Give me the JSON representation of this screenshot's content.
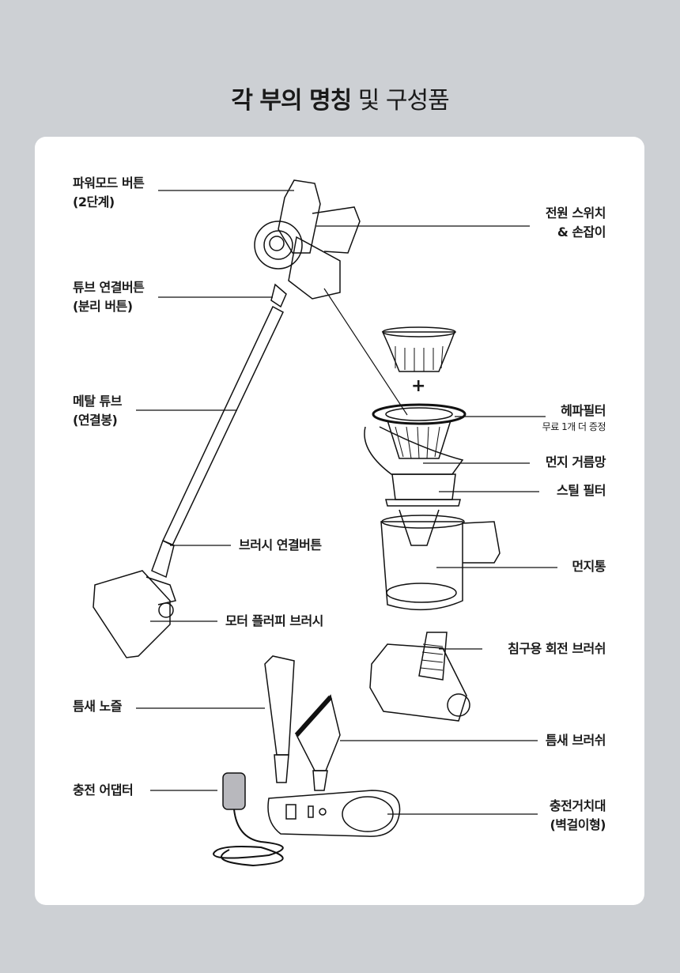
{
  "title": {
    "bold": "각 부의 명칭",
    "light": "및 구성품"
  },
  "plus_sign": "+",
  "labels": {
    "power_mode": {
      "line1": "파워모드 버튼",
      "line2": "(2단계)"
    },
    "power_switch": {
      "line1": "전원 스위치",
      "line2": "& 손잡이"
    },
    "tube_button": {
      "line1": "튜브 연결버튼",
      "line2": "(분리 버튼)"
    },
    "metal_tube": {
      "line1": "메탈 튜브",
      "line2": "(연결봉)"
    },
    "hepa_filter": {
      "line1": "헤파필터",
      "note": "무료 1개 더 증정"
    },
    "dust_mesh": {
      "line1": "먼지 거름망"
    },
    "steel_filter": {
      "line1": "스틸 필터"
    },
    "brush_button": {
      "line1": "브러시 연결버튼"
    },
    "dust_bin": {
      "line1": "먼지통"
    },
    "motor_brush": {
      "line1": "모터 플러피 브러시"
    },
    "bed_brush": {
      "line1": "침구용 회전 브러쉬"
    },
    "crevice_nozzle": {
      "line1": "틈새 노즐"
    },
    "crevice_brush": {
      "line1": "틈새 브러쉬"
    },
    "adapter": {
      "line1": "충전 어댑터"
    },
    "charging_stand": {
      "line1": "충전거치대",
      "line2": "(벽걸이형)"
    }
  }
}
